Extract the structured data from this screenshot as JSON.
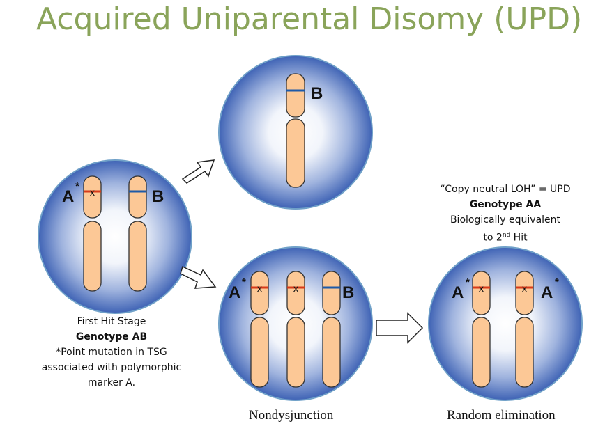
{
  "title": "Acquired Uniparental Disomy (UPD)",
  "colors": {
    "title": "#8aa45a",
    "cell_edge": "#3a62b8",
    "chromosome": "#fcc896",
    "allele_a_band": "#d63a1a",
    "allele_b_band": "#1e5aa8"
  },
  "labels": {
    "allele_a": "A",
    "allele_b": "B",
    "asterisk": "*",
    "mutation": "x"
  },
  "first_hit": {
    "line1": "First Hit Stage",
    "line2": "Genotype AB",
    "line3": "*Point mutation in TSG",
    "line4": "associated with polymorphic",
    "line5": "marker A."
  },
  "upd_note": {
    "line1": "“Copy neutral LOH” = UPD",
    "line2": "Genotype AA",
    "line3": "Biologically equivalent",
    "line4_prefix": "to 2",
    "line4_sup": "nd",
    "line4_suffix": " Hit"
  },
  "stages": {
    "nondisjunction": "Nondysjunction",
    "random_elimination": "Random elimination"
  }
}
